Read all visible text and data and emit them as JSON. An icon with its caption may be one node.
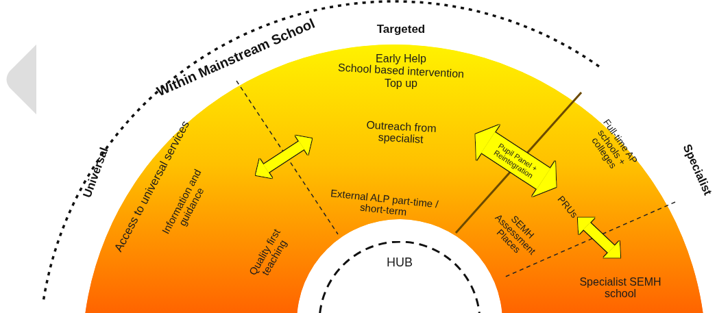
{
  "diagram": {
    "nodes": [
      {
        "text": [
          "Access to universal services",
          "Information and guidance",
          "Quality first teaching"
        ]
      },
      {
        "text": [
          "Early Help",
          "School based intervention",
          "Top up",
          "Outreach from specialist",
          "External ALP part-time / short-term"
        ]
      },
      {
        "text": [
          "Full-time AP schools + colleges",
          "PRUs",
          "SEMH Assessment Places"
        ]
      },
      {
        "text": [
          "Specialist SEMH school"
        ]
      },
      {
        "text": [
          "HUB"
        ]
      }
    ],
    "edges": [
      {
        "from": 0,
        "to": 1,
        "arrow": "both"
      },
      {
        "from": 1,
        "to": 2,
        "arrow": "both",
        "label": "Pupil Panel + Reintegration",
        "style": "thick"
      },
      {
        "from": 2,
        "to": 3,
        "arrow": "both"
      }
    ],
    "labels": [
      "Within Mainstream School",
      "Targeted",
      "Universal",
      "Specialist"
    ]
  }
}
